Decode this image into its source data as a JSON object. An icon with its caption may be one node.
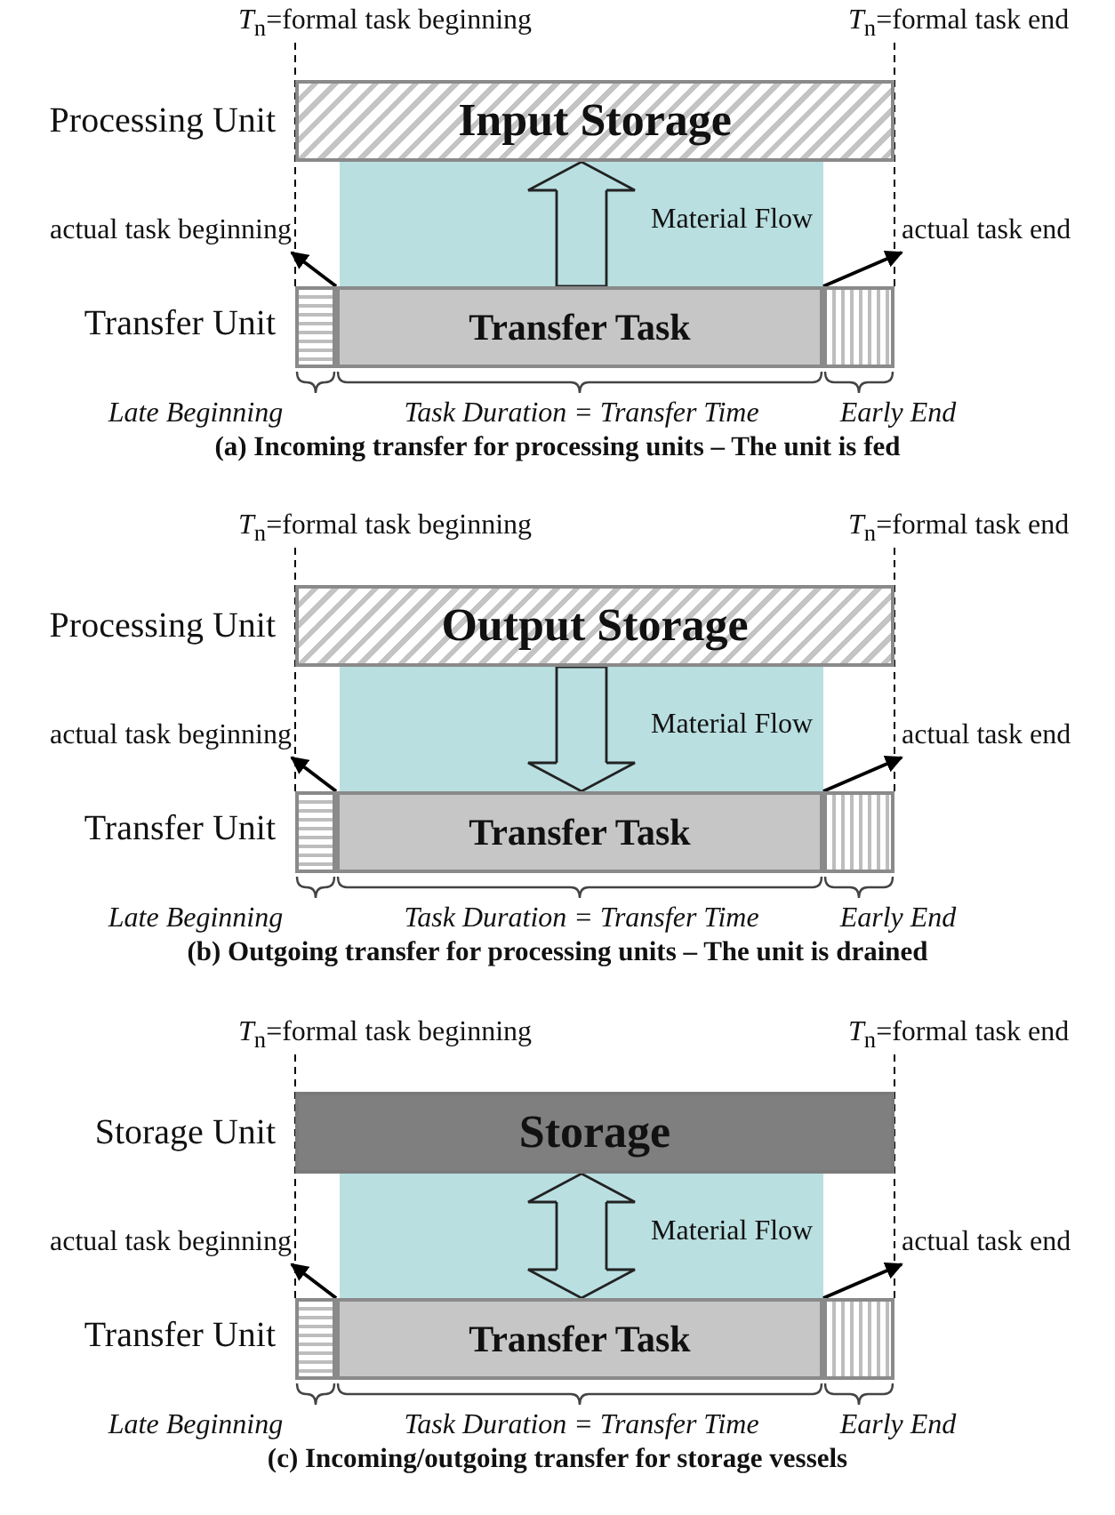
{
  "diagram": {
    "nodes": [
      {
        "text": [
          "*T*$_{n}$=formal task beginning"
        ]
      },
      {
        "text": [
          "*T*$_{n}$=formal task end"
        ]
      },
      {
        "text": [
          "Input Storage"
        ]
      },
      {
        "text": [
          "actual task beginning"
        ]
      },
      {
        "text": [],
        "shape": "box",
        "beside": [
          "Late Beginning"
        ]
      },
      {
        "text": [
          "Transfer Task"
        ],
        "beside": [
          "Task Duration = Transfer Time"
        ]
      },
      {
        "text": [],
        "shape": "box",
        "beside": [
          "Early End"
        ]
      },
      {
        "text": [
          "actual task end"
        ]
      },
      {
        "text": [
          "*T*$_{n}$=formal task beginning"
        ]
      },
      {
        "text": [
          "*T*$_{n}$=formal task end"
        ]
      },
      {
        "text": [
          "Output Storage"
        ]
      },
      {
        "text": [
          "actual task beginning"
        ]
      },
      {
        "text": [],
        "shape": "box",
        "beside": [
          "Late Beginning"
        ]
      },
      {
        "text": [
          "Transfer Task"
        ],
        "beside": [
          "Task Duration = Transfer Time"
        ]
      },
      {
        "text": [],
        "shape": "box",
        "beside": [
          "Early End"
        ]
      },
      {
        "text": [
          "actual task end"
        ]
      },
      {
        "text": [
          "*T*$_{n}$=formal task beginning"
        ]
      },
      {
        "text": [
          "*T*$_{n}$=formal task end"
        ]
      },
      {
        "text": [
          "Storage"
        ]
      },
      {
        "text": [
          "actual task beginning"
        ]
      },
      {
        "text": [],
        "shape": "box",
        "beside": [
          "Late Beginning"
        ]
      },
      {
        "text": [
          "Transfer Task"
        ],
        "beside": [
          "Task Duration = Transfer Time"
        ]
      },
      {
        "text": [],
        "shape": "box",
        "beside": [
          "Early End"
        ]
      },
      {
        "text": [
          "actual task end"
        ]
      }
    ],
    "edges": [
      {
        "from": 5,
        "to": 2,
        "arrow": "to",
        "label": "Material Flow"
      },
      {
        "from": 4,
        "to": 3,
        "arrow": "to"
      },
      {
        "from": 6,
        "to": 7,
        "arrow": "to"
      },
      {
        "from": 0,
        "to": 4,
        "arrow": "none",
        "style": "dashed"
      },
      {
        "from": 1,
        "to": 6,
        "arrow": "none",
        "style": "dashed"
      },
      {
        "from": 10,
        "to": 13,
        "arrow": "to",
        "label": "Material Flow"
      },
      {
        "from": 12,
        "to": 11,
        "arrow": "to"
      },
      {
        "from": 14,
        "to": 15,
        "arrow": "to"
      },
      {
        "from": 8,
        "to": 12,
        "arrow": "none",
        "style": "dashed"
      },
      {
        "from": 9,
        "to": 14,
        "arrow": "none",
        "style": "dashed"
      },
      {
        "from": 21,
        "to": 18,
        "arrow": "both",
        "label": "Material Flow"
      },
      {
        "from": 20,
        "to": 19,
        "arrow": "to"
      },
      {
        "from": 22,
        "to": 23,
        "arrow": "to"
      },
      {
        "from": 16,
        "to": 20,
        "arrow": "none",
        "style": "dashed"
      },
      {
        "from": 17,
        "to": 22,
        "arrow": "none",
        "style": "dashed"
      }
    ],
    "labels": [
      "Processing Unit",
      "Transfer Unit",
      "(a) Incoming transfer for processing units – The unit is fed",
      "Processing Unit",
      "Transfer Unit",
      "(b) Outgoing transfer for processing units – The unit is drained",
      "Storage Unit",
      "Transfer Unit",
      "(c) Incoming/outgoing transfer for storage vessels"
    ]
  }
}
